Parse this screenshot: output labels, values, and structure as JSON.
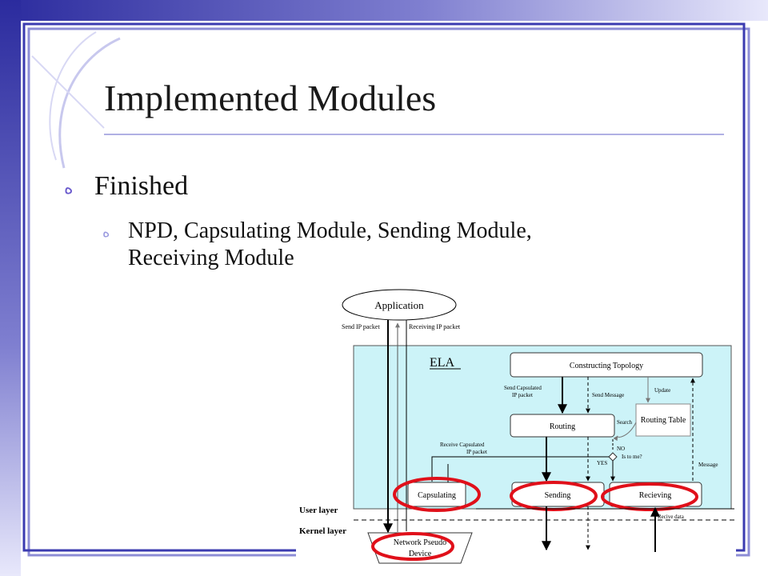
{
  "slide": {
    "title": "Implemented Modules",
    "bullets": {
      "level1": {
        "marker": "ه",
        "text": "Finished"
      },
      "level2": {
        "marker": "ە",
        "text": "NPD, Capsulating Module, Sending Module, Receiving Module"
      }
    }
  },
  "diagram": {
    "application": "Application",
    "send_ip_packet": "Send IP packet",
    "receiving_ip_packet": "Receiving IP packet",
    "ela": "ELA",
    "constructing_topology": "Constructing Topology",
    "send_capsulated_line1": "Send Capsulated",
    "send_capsulated_line2": "IP packet",
    "send_message": "Send Message",
    "update": "Update",
    "routing": "Routing",
    "search": "Search",
    "routing_table": "Routing Table",
    "receive_capsulated_line1": "Receive Capsulated",
    "receive_capsulated_line2": "IP packet",
    "no": "NO",
    "is_to_me": "Is to me?",
    "yes": "YES",
    "message": "Message",
    "capsulating": "Capsulating",
    "sending": "Sending",
    "recieving": "Recieving",
    "user_layer": "User layer",
    "kernel_layer": "Kernel layer",
    "recive_data": "Recive data",
    "npd_line1": "Network Pseudo",
    "npd_line2": "Device"
  },
  "colors": {
    "frame": "#3b3bb0",
    "ela_fill": "#ccf3f8",
    "highlight": "#e0101a",
    "bullet1": "#6a5acd",
    "bullet2": "#9a9adf"
  }
}
